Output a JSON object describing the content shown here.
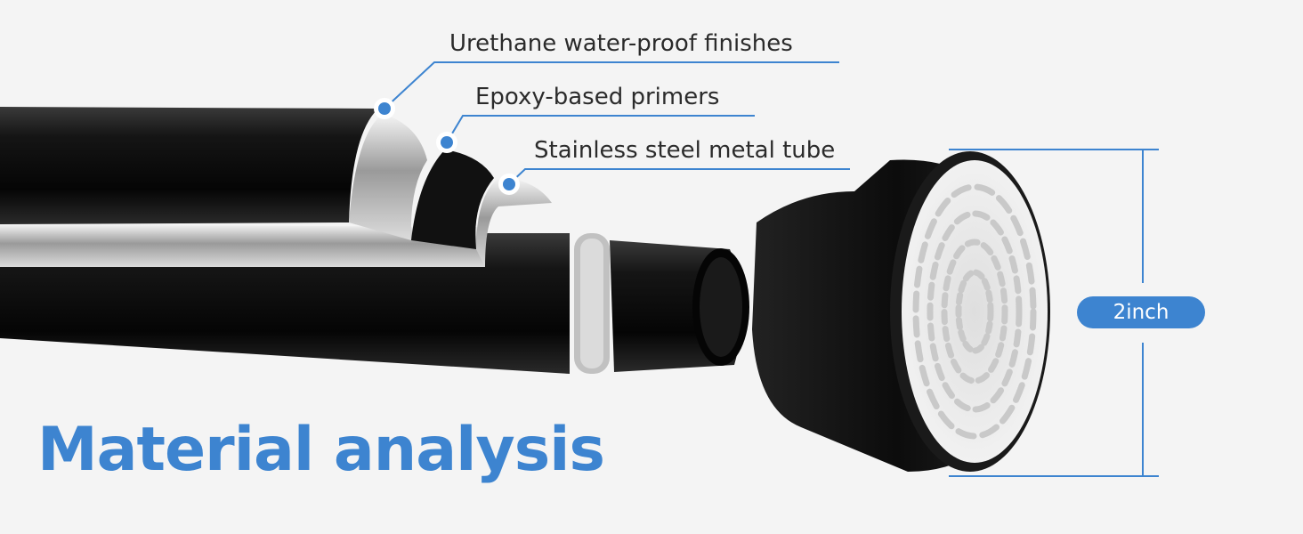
{
  "headline": "Material analysis",
  "callouts": {
    "outer_layer": "Urethane water-proof finishes",
    "middle_layer": "Epoxy-based primers",
    "inner_layer": "Stainless steel metal tube"
  },
  "dimension": {
    "label": "2inch"
  },
  "colors": {
    "accent": "#3d84d0",
    "rod": "#111111",
    "steel": "#c9c9c9",
    "end_cap_pad": "#e6e6e6",
    "background": "#f4f4f4"
  }
}
